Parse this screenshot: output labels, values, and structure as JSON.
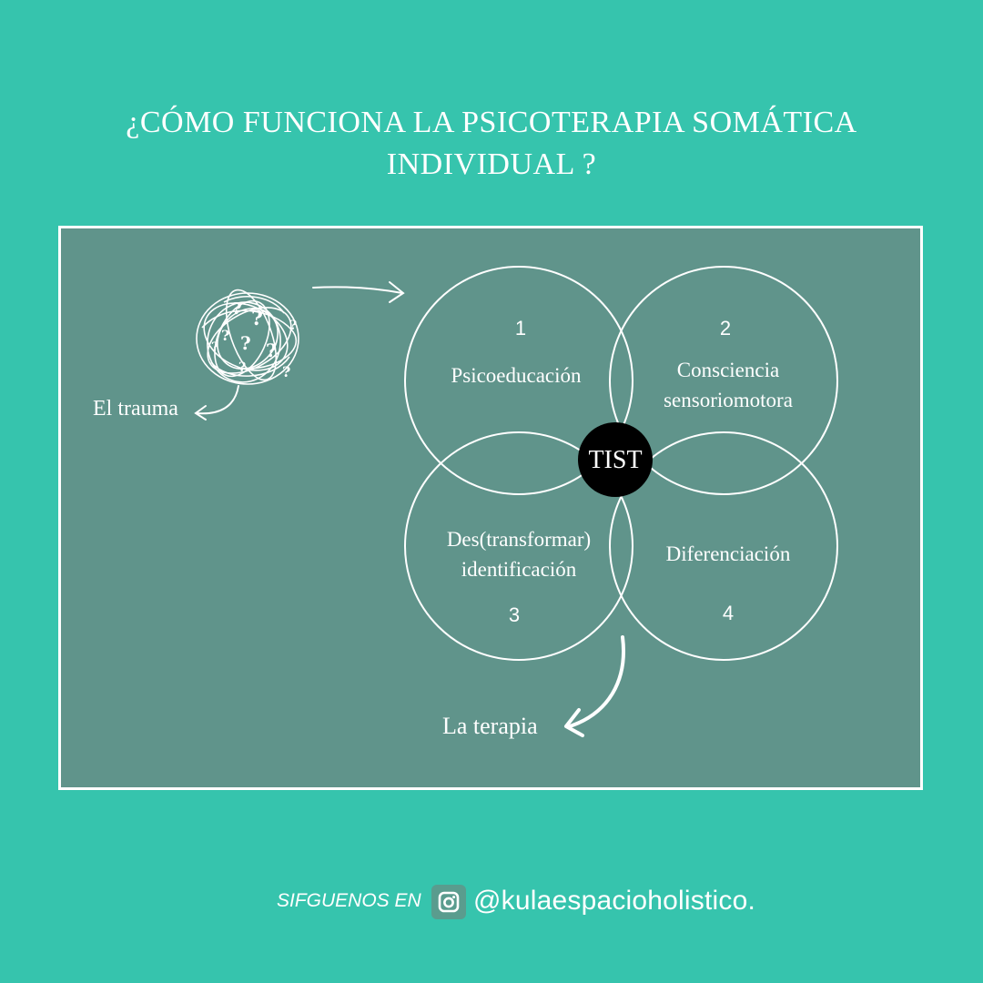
{
  "title": {
    "line1": "¿CÓMO FUNCIONA LA PSICOTERAPIA  SOMÁTICA",
    "line2": "INDIVIDUAL ?"
  },
  "diagram": {
    "trauma_label": "El trauma",
    "therapy_label": "La terapia",
    "center_label": "TIST",
    "circles": [
      {
        "number": "1",
        "label_lines": [
          "Psicoeducación"
        ]
      },
      {
        "number": "2",
        "label_lines": [
          "Consciencia",
          "sensoriomotora"
        ]
      },
      {
        "number": "3",
        "label_lines": [
          "Des(transformar)",
          "identificación"
        ]
      },
      {
        "number": "4",
        "label_lines": [
          "Diferenciación"
        ]
      }
    ],
    "question_mark": "?"
  },
  "footer": {
    "follow_label": "SIFGUENOS EN",
    "handle": "@kulaespacioholistico.",
    "icon": "instagram-icon"
  },
  "colors": {
    "background": "#36c4ad",
    "panel": "#60948b",
    "center": "#000000",
    "stroke": "#ffffff"
  }
}
